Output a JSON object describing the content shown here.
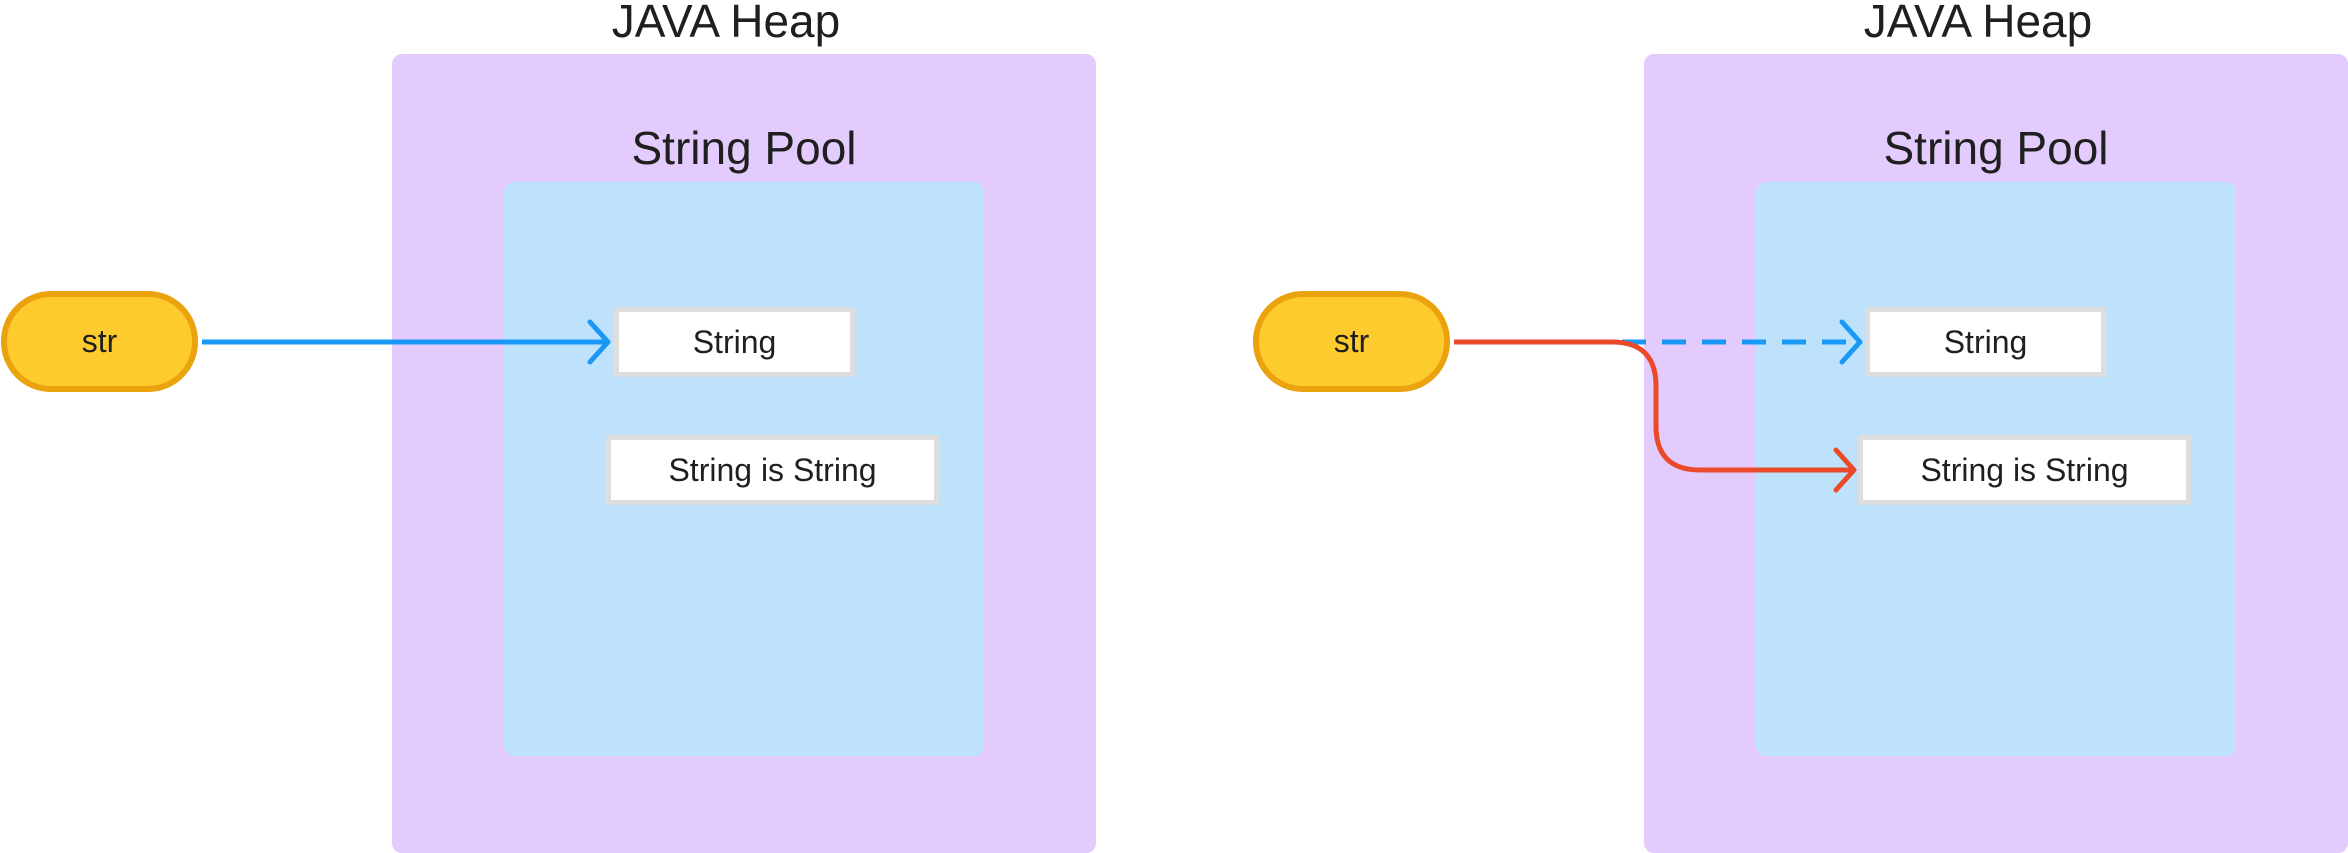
{
  "colors": {
    "heap_fill": "#e3cbfd",
    "pool_fill": "#bfe2fc",
    "ref_fill": "#fecb2f",
    "ref_border": "#eaa30d",
    "arrow_blue": "#1a98f6",
    "arrow_red": "#ea4a2a"
  },
  "left_panel": {
    "heap_title": "JAVA Heap",
    "pool_title": "String Pool",
    "ref_label": "str",
    "object_1": "String",
    "object_2": "String is String"
  },
  "right_panel": {
    "heap_title": "JAVA Heap",
    "pool_title": "String Pool",
    "ref_label": "str",
    "object_1": "String",
    "object_2": "String is String"
  }
}
